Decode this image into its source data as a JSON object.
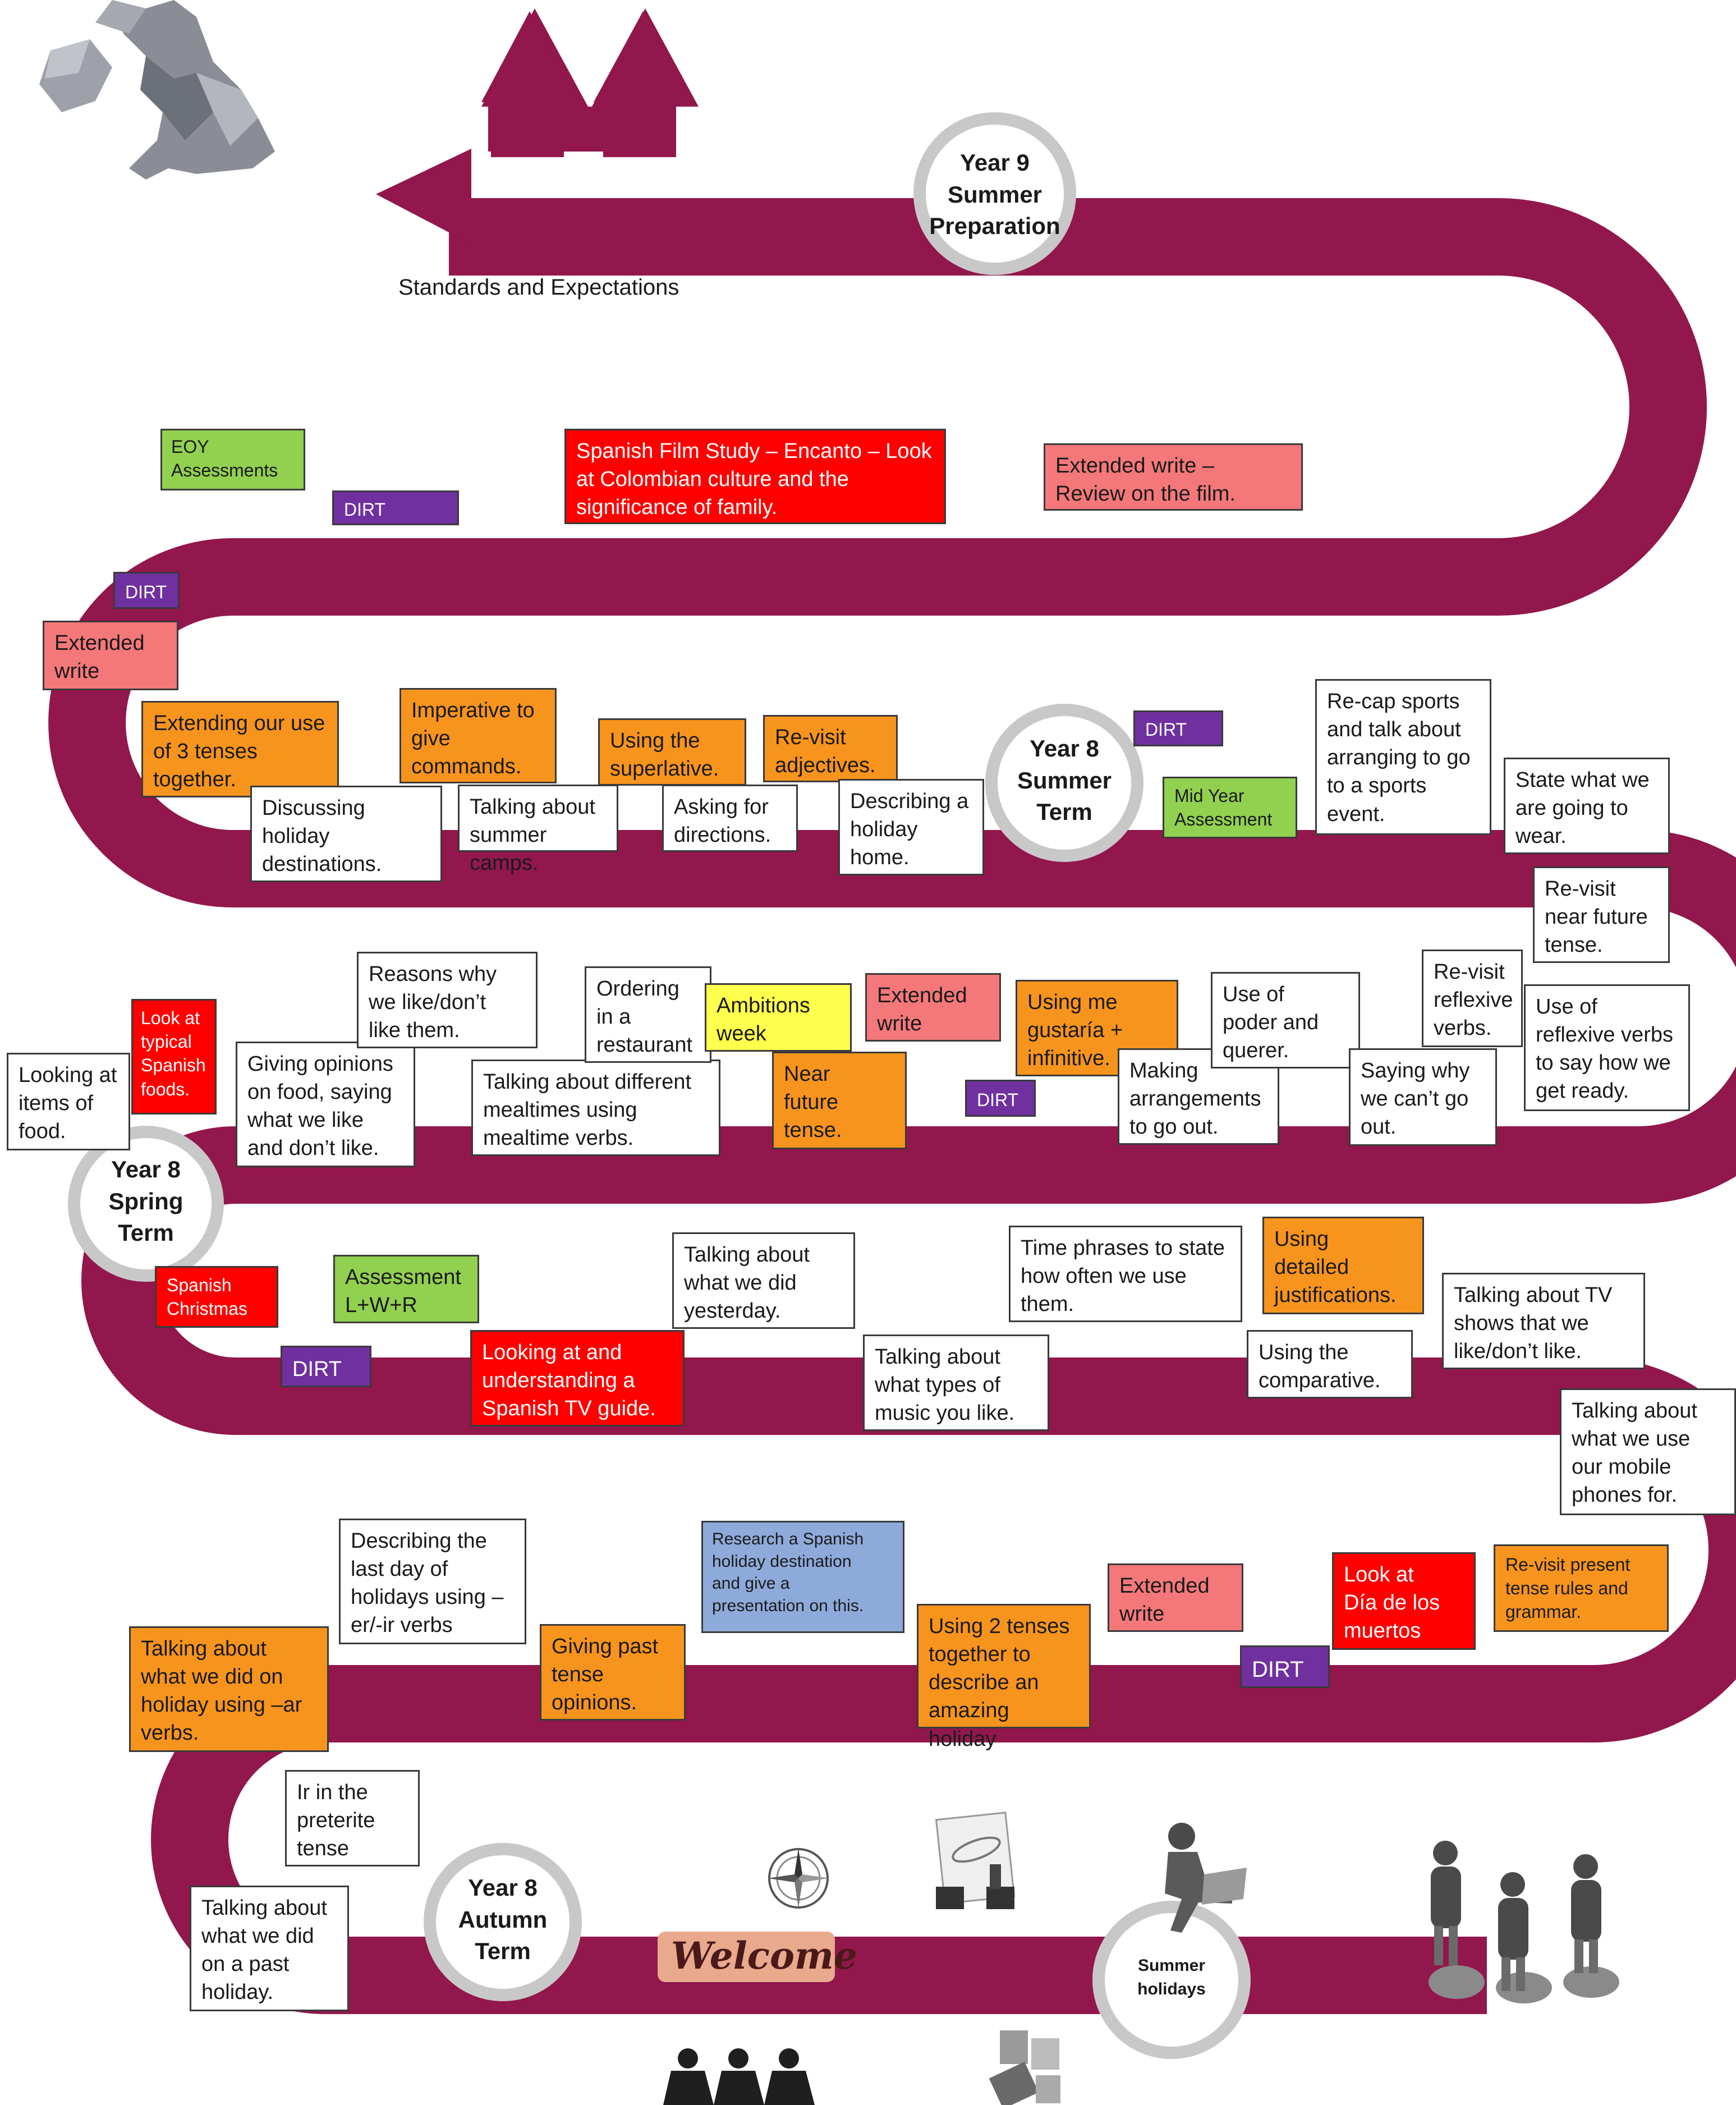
{
  "colors": {
    "road": "#92174d",
    "ring": "#c8c8c8",
    "white": "#ffffff",
    "orange": "#f7941d",
    "red": "#ff0000",
    "salmon": "#f4787a",
    "green": "#92d050",
    "purple": "#7030a0",
    "yellow": "#ffff4d",
    "blue": "#8eaadb"
  },
  "terms": {
    "y9": "Year 9\nSummer\nPreparation",
    "summer": "Year 8\nSummer\nTerm",
    "spring": "Year 8\nSpring\nTerm",
    "autumn": "Year 8\nAutumn\nTerm",
    "holidays": "Summer\nholidays"
  },
  "standards": "Standards and Expectations",
  "row1": {
    "eoy": "EOY\nAssessments",
    "dirt_a": "DIRT",
    "film": "Spanish Film Study – Encanto – Look at Colombian culture and the significance of family.",
    "review": "Extended write –\nReview on the film.",
    "dirt_b": "DIRT",
    "ext": "Extended\nwrite"
  },
  "row2": {
    "extending": "Extending our use\nof 3 tenses\ntogether.",
    "discussing": "Discussing\nholiday\ndestinations.",
    "imperative": "Imperative to\ngive\ncommands.",
    "summer_camps": "Talking about\nsummer camps.",
    "superlative": "Using the\nsuperlative.",
    "directions": "Asking for\ndirections.",
    "revisit_adj": "Re-visit\nadjectives.",
    "holiday_home": "Describing a\nholiday\nhome.",
    "dirt": "DIRT",
    "mid_year": "Mid Year\nAssessment",
    "recap_sports": "Re-cap sports\nand talk about\narranging to go\nto a sports\nevent.",
    "state_wear": "State what we\nare going to\nwear.",
    "near_future": "Re-visit\nnear future\ntense."
  },
  "row3": {
    "looking_food": "Looking at\nitems of\nfood.",
    "typical": "Look at\ntypical\nSpanish\nfoods.",
    "opinions_food": "Giving opinions\non food, saying\nwhat we like\nand don’t like.",
    "reasons": "Reasons why\nwe like/don’t\nlike them.",
    "mealtimes": "Talking about different\nmealtimes using\nmealtime verbs.",
    "ordering": "Ordering\nin a\nrestaurant",
    "ambitions": "Ambitions\nweek",
    "near_future": "Near\nfuture\ntense.",
    "ext": "Extended\nwrite",
    "dirt": "DIRT",
    "gustaria": "Using me\ngustaría +\ninfinitive.",
    "arrangements": "Making\narrangements\nto go out.",
    "poder": "Use of\npoder and\nquerer.",
    "cant_go": "Saying why\nwe can’t go\nout.",
    "reflexive": "Re-visit\nreflexive\nverbs.",
    "reflexive_ready": "Use of\nreflexive verbs\nto say how we\nget ready."
  },
  "row4": {
    "christmas": "Spanish\nChristmas",
    "assessment": "Assessment\nL+W+R",
    "dirt": "DIRT",
    "tv_guide": "Looking at and\nunderstanding a\nSpanish TV guide.",
    "yesterday": "Talking about\nwhat we did\nyesterday.",
    "music": "Talking about\nwhat types of\nmusic you like.",
    "time_phrases": "Time phrases to state\nhow often we use\nthem.",
    "justifications": "Using\ndetailed\njustifications.",
    "comparative": "Using the\ncomparative.",
    "tv_shows": "Talking about TV\nshows that we\nlike/don’t like.",
    "mobile": "Talking about\nwhat we use\nour mobile\nphones for."
  },
  "row5": {
    "ar_verbs": "Talking about\nwhat we did on\nholiday using –ar\nverbs.",
    "last_day": "Describing the\nlast day of\nholidays using –\ner/-ir verbs",
    "past_opinions": "Giving past\ntense\nopinions.",
    "research": "Research a Spanish\nholiday destination\nand give a\npresentation on this.",
    "two_tenses": "Using 2 tenses\ntogether to\ndescribe an\namazing holiday",
    "ext": "Extended\nwrite",
    "dirt": "DIRT",
    "dia_muertos": "Look at\nDía de los\nmuertos",
    "present_rules": "Re-visit present\ntense rules and\ngrammar."
  },
  "row6": {
    "ir_preterite": "Ir in the\npreterite\ntense",
    "past_holiday": "Talking about\nwhat we did\non a past\nholiday.",
    "welcome": "Welcome"
  },
  "icons": [
    "uk-map-icon",
    "compass-icon",
    "approved-document-icon",
    "person-reading-icon",
    "people-walking-icon",
    "students-silhouette-icon",
    "phone-devices-icon"
  ]
}
